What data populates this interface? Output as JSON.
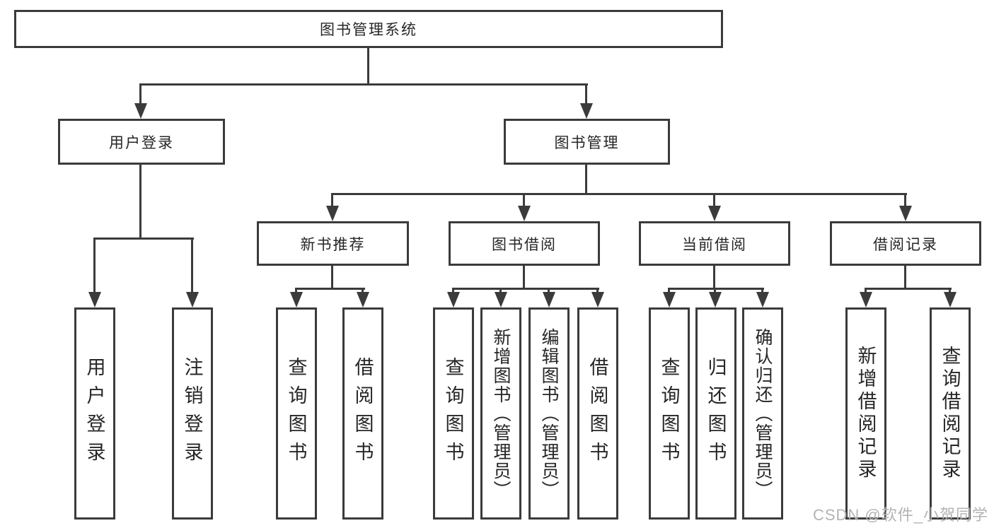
{
  "diagram": {
    "type": "tree",
    "root": {
      "label": "图书管理系统"
    },
    "branches": [
      {
        "label": "用户登录",
        "children": [
          {
            "label": "用户登录"
          },
          {
            "label": "注销登录"
          }
        ]
      },
      {
        "label": "图书管理",
        "children": [
          {
            "label": "新书推荐",
            "children": [
              {
                "label": "查询图书"
              },
              {
                "label": "借阅图书"
              }
            ]
          },
          {
            "label": "图书借阅",
            "children": [
              {
                "label": "查询图书"
              },
              {
                "label": "新增图书（管理员）"
              },
              {
                "label": "编辑图书（管理员）"
              },
              {
                "label": "借阅图书"
              }
            ]
          },
          {
            "label": "当前借阅",
            "children": [
              {
                "label": "查询图书"
              },
              {
                "label": "归还图书"
              },
              {
                "label": "确认归还（管理员）"
              }
            ]
          },
          {
            "label": "借阅记录",
            "children": [
              {
                "label": "新增借阅记录"
              },
              {
                "label": "查询借阅记录"
              }
            ]
          }
        ]
      }
    ]
  },
  "watermark": {
    "text": "CSDN @软件_小贺同学"
  },
  "colors": {
    "line": "#3b3b3b",
    "text": "#262626",
    "watermark": "#b3b3b3",
    "background": "#ffffff"
  }
}
